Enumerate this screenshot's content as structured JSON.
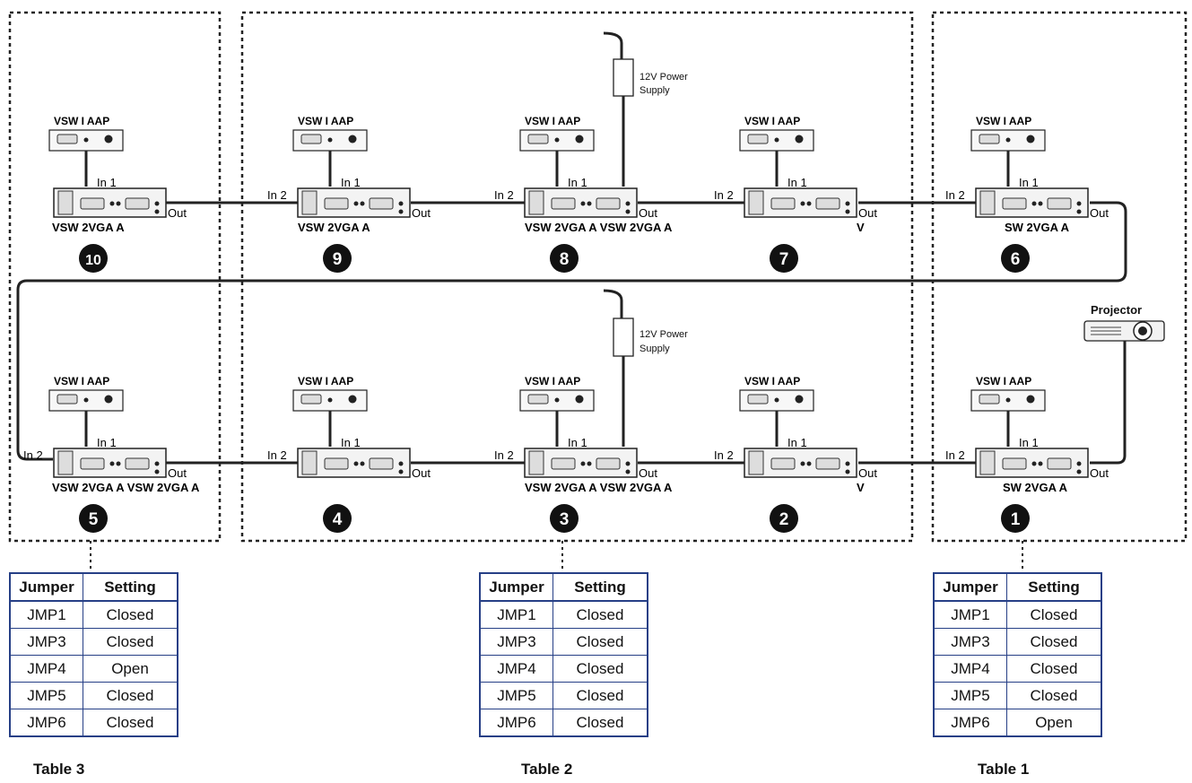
{
  "units": [
    {
      "id": "u1",
      "num": "1",
      "top": "VSW I AAP",
      "in1": "In 1",
      "in2": "In 2",
      "out": "Out",
      "bottom": "SW 2VGA A"
    },
    {
      "id": "u2",
      "num": "2",
      "top": "VSW I AAP",
      "in1": "In 1",
      "in2": "In 2",
      "out": "Out",
      "bottom": "V"
    },
    {
      "id": "u3",
      "num": "3",
      "top": "VSW I AAP",
      "in1": "In 1",
      "in2": "In 2",
      "out": "Out",
      "bottom": "VSW 2VGA A VSW 2VGA A"
    },
    {
      "id": "u4",
      "num": "4",
      "top": "VSW I AAP",
      "in1": "In 1",
      "in2": "In 2",
      "out": "Out",
      "bottom": ""
    },
    {
      "id": "u5",
      "num": "5",
      "top": "VSW I AAP",
      "in1": "In 1",
      "in2": "In 2",
      "out": "Out",
      "bottom": "VSW 2VGA A VSW 2VGA A"
    },
    {
      "id": "u6",
      "num": "6",
      "top": "VSW I AAP",
      "in1": "In 1",
      "in2": "In 2",
      "out": "Out",
      "bottom": "SW 2VGA A"
    },
    {
      "id": "u7",
      "num": "7",
      "top": "VSW I AAP",
      "in1": "In 1",
      "in2": "In 2",
      "out": "Out",
      "bottom": "V"
    },
    {
      "id": "u8",
      "num": "8",
      "top": "VSW I AAP",
      "in1": "In 1",
      "in2": "In 2",
      "out": "Out",
      "bottom": "VSW 2VGA A VSW 2VGA A"
    },
    {
      "id": "u9",
      "num": "9",
      "top": "VSW I AAP",
      "in1": "In 1",
      "in2": "In 2",
      "out": "Out",
      "bottom": "VSW 2VGA A"
    },
    {
      "id": "u10",
      "num": "10",
      "top": "VSW I AAP",
      "in1": "In 1",
      "in2": "",
      "out": "Out",
      "bottom": "VSW 2VGA A"
    }
  ],
  "power_supplies": [
    {
      "line1": "12V Power",
      "line2": "Supply"
    },
    {
      "line1": "12V Power",
      "line2": "Supply"
    }
  ],
  "projector": {
    "label": "Projector"
  },
  "tables": [
    {
      "caption": "Table 3",
      "headers": [
        "Jumper",
        "Setting"
      ],
      "rows": [
        [
          "JMP1",
          "Closed"
        ],
        [
          "JMP3",
          "Closed"
        ],
        [
          "JMP4",
          "Open"
        ],
        [
          "JMP5",
          "Closed"
        ],
        [
          "JMP6",
          "Closed"
        ]
      ]
    },
    {
      "caption": "Table 2",
      "headers": [
        "Jumper",
        "Setting"
      ],
      "rows": [
        [
          "JMP1",
          "Closed"
        ],
        [
          "JMP3",
          "Closed"
        ],
        [
          "JMP4",
          "Closed"
        ],
        [
          "JMP5",
          "Closed"
        ],
        [
          "JMP6",
          "Closed"
        ]
      ]
    },
    {
      "caption": "Table 1",
      "headers": [
        "Jumper",
        "Setting"
      ],
      "rows": [
        [
          "JMP1",
          "Closed"
        ],
        [
          "JMP3",
          "Closed"
        ],
        [
          "JMP4",
          "Closed"
        ],
        [
          "JMP5",
          "Closed"
        ],
        [
          "JMP6",
          "Open"
        ]
      ]
    }
  ]
}
